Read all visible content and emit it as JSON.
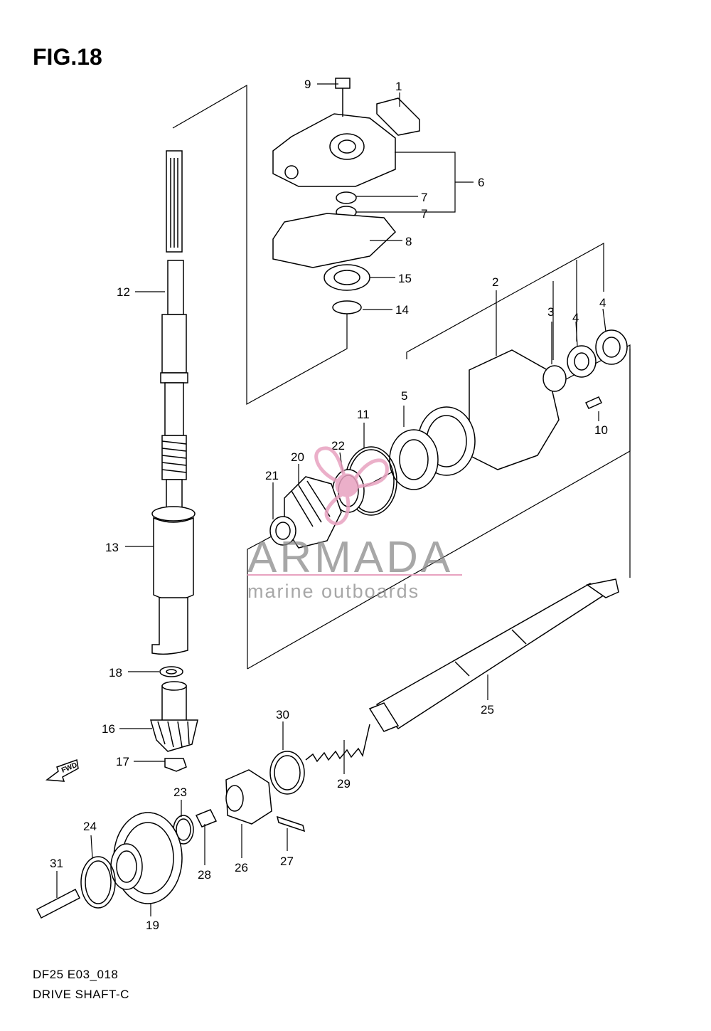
{
  "figure": {
    "title": "FIG.18",
    "code": "DF25 E03_018",
    "caption": "DRIVE SHAFT-C"
  },
  "watermark": {
    "name": "ARMADA",
    "tagline": "marine outboards",
    "color": "#e8a2c0",
    "text_color": "#8a8a8a"
  },
  "fwd_marker": {
    "label": "FWD",
    "icon": "fwd-arrow-icon"
  },
  "callouts": [
    {
      "id": "c1",
      "label": "1"
    },
    {
      "id": "c2",
      "label": "2"
    },
    {
      "id": "c3",
      "label": "3"
    },
    {
      "id": "c4a",
      "label": "4"
    },
    {
      "id": "c4b",
      "label": "4"
    },
    {
      "id": "c5",
      "label": "5"
    },
    {
      "id": "c6",
      "label": "6"
    },
    {
      "id": "c7a",
      "label": "7"
    },
    {
      "id": "c7b",
      "label": "7"
    },
    {
      "id": "c8",
      "label": "8"
    },
    {
      "id": "c9",
      "label": "9"
    },
    {
      "id": "c10",
      "label": "10"
    },
    {
      "id": "c11",
      "label": "11"
    },
    {
      "id": "c12",
      "label": "12"
    },
    {
      "id": "c13",
      "label": "13"
    },
    {
      "id": "c14",
      "label": "14"
    },
    {
      "id": "c15",
      "label": "15"
    },
    {
      "id": "c16",
      "label": "16"
    },
    {
      "id": "c17",
      "label": "17"
    },
    {
      "id": "c18",
      "label": "18"
    },
    {
      "id": "c19",
      "label": "19"
    },
    {
      "id": "c20",
      "label": "20"
    },
    {
      "id": "c21",
      "label": "21"
    },
    {
      "id": "c22",
      "label": "22"
    },
    {
      "id": "c23",
      "label": "23"
    },
    {
      "id": "c24",
      "label": "24"
    },
    {
      "id": "c25",
      "label": "25"
    },
    {
      "id": "c26",
      "label": "26"
    },
    {
      "id": "c27",
      "label": "27"
    },
    {
      "id": "c28",
      "label": "28"
    },
    {
      "id": "c29",
      "label": "29"
    },
    {
      "id": "c30",
      "label": "30"
    },
    {
      "id": "c31",
      "label": "31"
    }
  ]
}
